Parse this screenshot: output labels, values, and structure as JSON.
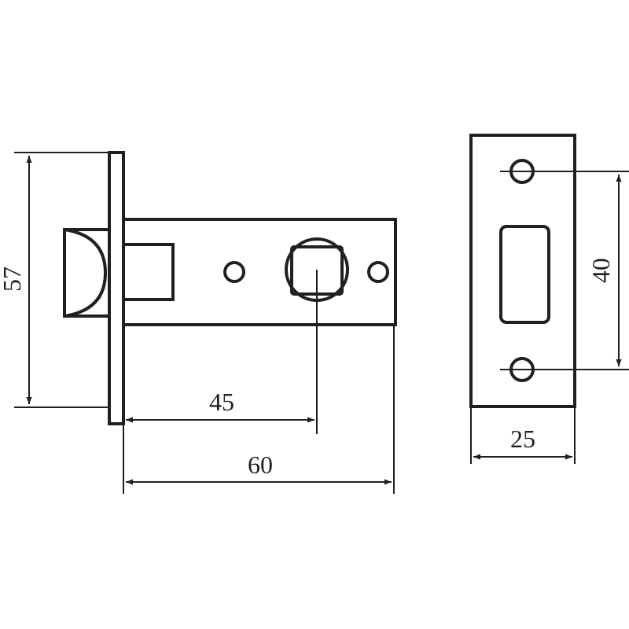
{
  "dimensions": {
    "height": "57",
    "spindle_distance": "45",
    "body_length": "60",
    "strike_hole_spacing": "40",
    "strike_width": "25"
  },
  "colors": {
    "ink": "#231f20",
    "background": "#ffffff"
  }
}
